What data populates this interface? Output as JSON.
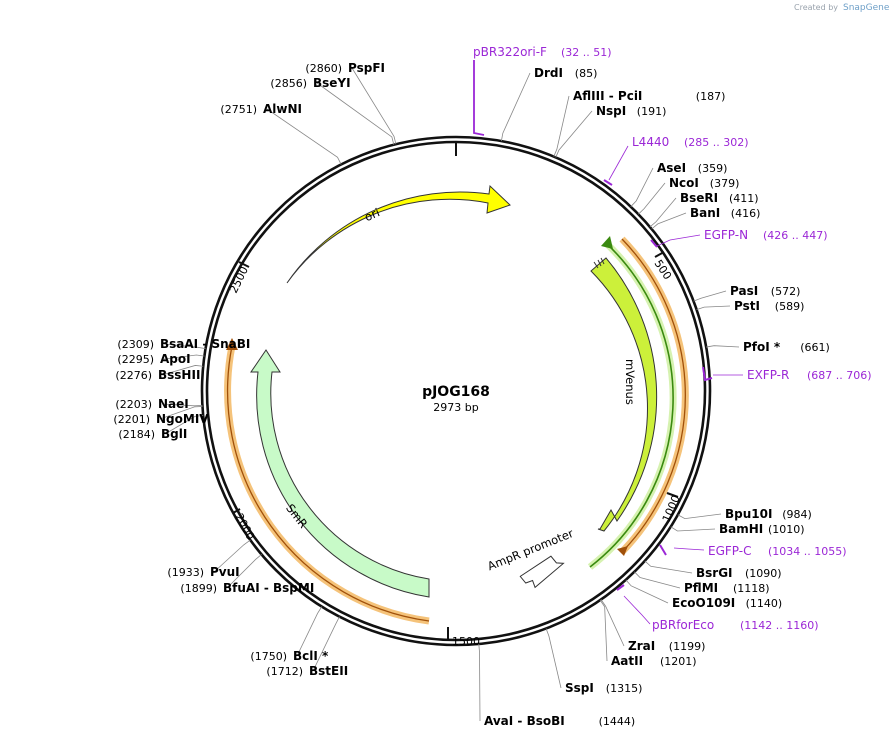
{
  "credit": {
    "prefix": "Created by",
    "brand": "SnapGene"
  },
  "plasmid": {
    "name": "pJOG168",
    "size_label": "2973 bp",
    "length": 2973
  },
  "ticks": [
    {
      "label": "500",
      "pos": 500
    },
    {
      "label": "1000",
      "pos": 1000
    },
    {
      "label": "1500",
      "pos": 1500
    },
    {
      "label": "2000",
      "pos": 2000
    },
    {
      "label": "2500",
      "pos": 2500
    }
  ],
  "enzymes": [
    {
      "name": "PspFI",
      "pos_label": "(2860)",
      "site": 2860
    },
    {
      "name": "BseYI",
      "pos_label": "(2856)",
      "site": 2856
    },
    {
      "name": "AlwNI",
      "pos_label": "(2751)",
      "site": 2751
    },
    {
      "name": "DrdI",
      "pos_label": "(85)",
      "site": 85
    },
    {
      "name": "AflIII  - PciI",
      "pos_label": "(187)",
      "site": 187
    },
    {
      "name": "NspI",
      "pos_label": "(191)",
      "site": 191
    },
    {
      "name": "AseI",
      "pos_label": "(359)",
      "site": 359
    },
    {
      "name": "NcoI",
      "pos_label": "(379)",
      "site": 379
    },
    {
      "name": "BseRI",
      "pos_label": "(411)",
      "site": 411
    },
    {
      "name": "BanI",
      "pos_label": "(416)",
      "site": 416
    },
    {
      "name": "PasI",
      "pos_label": "(572)",
      "site": 572
    },
    {
      "name": "PstI",
      "pos_label": "(589)",
      "site": 589
    },
    {
      "name": "PfoI *",
      "pos_label": "(661)",
      "site": 661
    },
    {
      "name": "Bpu10I",
      "pos_label": "(984)",
      "site": 984
    },
    {
      "name": "BamHI",
      "pos_label": "(1010)",
      "site": 1010
    },
    {
      "name": "BsrGI",
      "pos_label": "(1090)",
      "site": 1090
    },
    {
      "name": "PflMI",
      "pos_label": "(1118)",
      "site": 1118
    },
    {
      "name": "EcoO109I",
      "pos_label": "(1140)",
      "site": 1140
    },
    {
      "name": "ZraI",
      "pos_label": "(1199)",
      "site": 1199
    },
    {
      "name": "AatII",
      "pos_label": "(1201)",
      "site": 1201
    },
    {
      "name": "SspI",
      "pos_label": "(1315)",
      "site": 1315
    },
    {
      "name": "AvaI  - BsoBI",
      "pos_label": "(1444)",
      "site": 1444
    },
    {
      "name": "BclI *",
      "pos_label": "(1750)",
      "site": 1750
    },
    {
      "name": "BstEII",
      "pos_label": "(1712)",
      "site": 1712
    },
    {
      "name": "PvuI",
      "pos_label": "(1933)",
      "site": 1933
    },
    {
      "name": "BfuAI  - BspMI",
      "pos_label": "(1899)",
      "site": 1899
    },
    {
      "name": "BglI",
      "pos_label": "(2184)",
      "site": 2184
    },
    {
      "name": "NgoMIV",
      "pos_label": "(2201)",
      "site": 2201
    },
    {
      "name": "NaeI",
      "pos_label": "(2203)",
      "site": 2203
    },
    {
      "name": "BssHII",
      "pos_label": "(2276)",
      "site": 2276
    },
    {
      "name": "ApoI",
      "pos_label": "(2295)",
      "site": 2295
    },
    {
      "name": "BsaAI  - SnaBI",
      "pos_label": "(2309)",
      "site": 2309
    }
  ],
  "primers": [
    {
      "name": "pBR322ori-F",
      "range": "(32 .. 51)"
    },
    {
      "name": "L4440",
      "range": "(285 .. 302)"
    },
    {
      "name": "EGFP-N",
      "range": "(426 .. 447)"
    },
    {
      "name": "EXFP-R",
      "range": "(687 .. 706)"
    },
    {
      "name": "EGFP-C",
      "range": "(1034 .. 1055)"
    },
    {
      "name": "pBRforEco",
      "range": "(1142 .. 1160)"
    }
  ],
  "features": [
    {
      "name": "ori",
      "color": "#ffff00"
    },
    {
      "name": "mVenus",
      "color": "#ccf03a"
    },
    {
      "name": "AmpR promoter",
      "color": "#ffffff"
    },
    {
      "name": "SmR",
      "color": "#c8fac8"
    }
  ],
  "colors": {
    "primer": "#9b27d6",
    "orf": "#f0b050",
    "orf_inner": "#a55a00",
    "venus_orf": "#4a9a10"
  }
}
